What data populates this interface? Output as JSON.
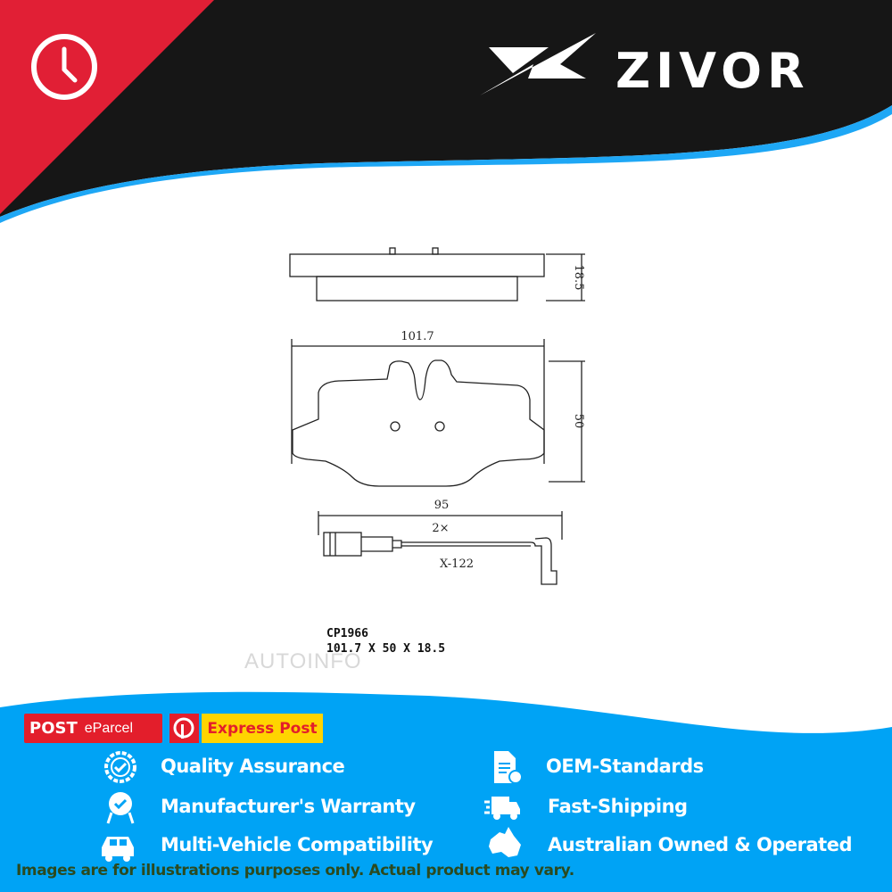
{
  "brand": {
    "name": "ZIVOR"
  },
  "header": {
    "icon": "clock-icon"
  },
  "drawing": {
    "thickness": "18.5",
    "width": "101.7",
    "height": "50",
    "inner_width": "95",
    "sensor_qty": "2×",
    "sensor_code": "X-122"
  },
  "product": {
    "code": "CP1966",
    "dimensions": "101.7 X 50 X 18.5"
  },
  "watermark": "AUTOINFO",
  "shipping": {
    "post_label": "POST",
    "eparcel_label": "eParcel",
    "express_label": "Express Post"
  },
  "features": [
    {
      "label": "Quality Assurance",
      "icon": "badge-check-icon"
    },
    {
      "label": "OEM-Standards",
      "icon": "document-check-icon"
    },
    {
      "label": "Manufacturer's Warranty",
      "icon": "award-ribbon-icon"
    },
    {
      "label": "Fast-Shipping",
      "icon": "truck-icon"
    },
    {
      "label": "Multi-Vehicle Compatibility",
      "icon": "car-icon"
    },
    {
      "label": "Australian Owned & Operated",
      "icon": "australia-map-icon"
    }
  ],
  "disclaimer": "Images are for illustrations purposes only. Actual product may vary.",
  "colors": {
    "red": "#e11f35",
    "black": "#161616",
    "blue": "#00a3f5",
    "yellow": "#ffd400"
  }
}
